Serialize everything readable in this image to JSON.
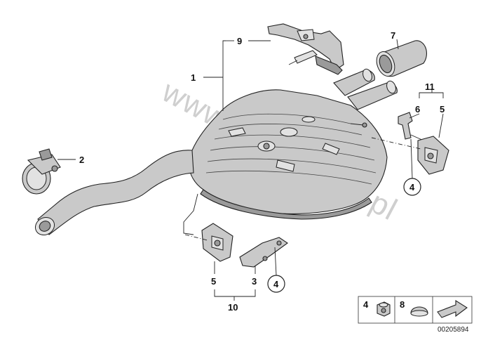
{
  "watermark": "www.BMWstore.pl",
  "diagram_number": "00205894",
  "callouts": {
    "c1": "1",
    "c2": "2",
    "c3": "3",
    "c4a": "4",
    "c4b": "4",
    "c5a": "5",
    "c5b": "5",
    "c6": "6",
    "c7": "7",
    "c9": "9",
    "c10": "10",
    "c11": "11"
  },
  "legend": {
    "item_a": "4",
    "item_b": "8"
  }
}
